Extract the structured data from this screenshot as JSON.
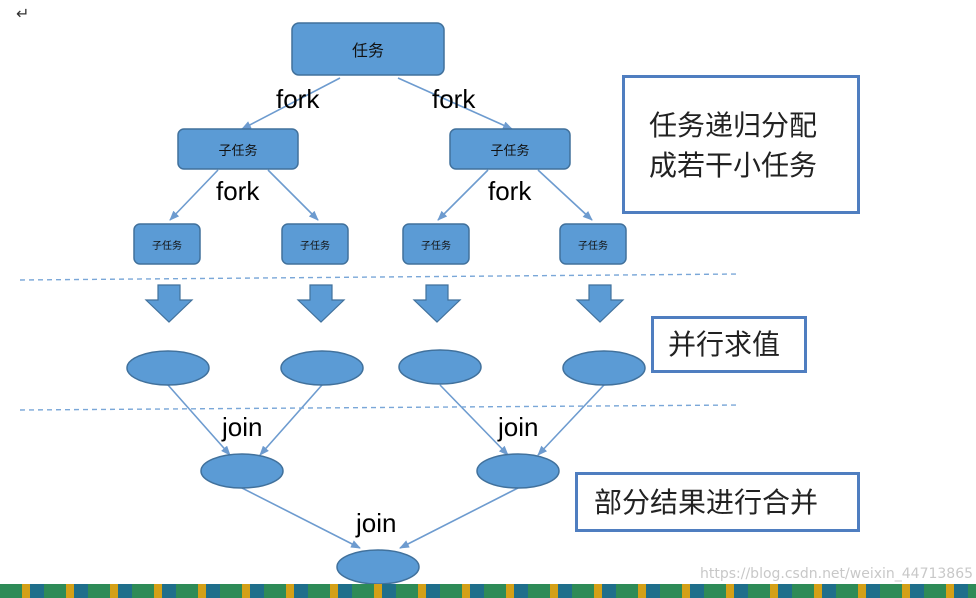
{
  "diagram": {
    "root_label": "任务",
    "subtask_label": "子任务",
    "leaf_label": "子任务",
    "fork_label": "fork",
    "join_label": "join"
  },
  "notes": {
    "recursive_line1": "任务递归分配",
    "recursive_line2": "成若干小任务",
    "parallel": "并行求值",
    "merge": "部分结果进行合并"
  },
  "watermark": "https://blog.csdn.net/weixin_44713865",
  "caret": "↵",
  "colors": {
    "node_fill": "#5b9bd5",
    "node_stroke": "#41719c",
    "edge": "#6d9bcf",
    "dashed": "#7aa7d8",
    "note_border": "#4f7ec0"
  }
}
